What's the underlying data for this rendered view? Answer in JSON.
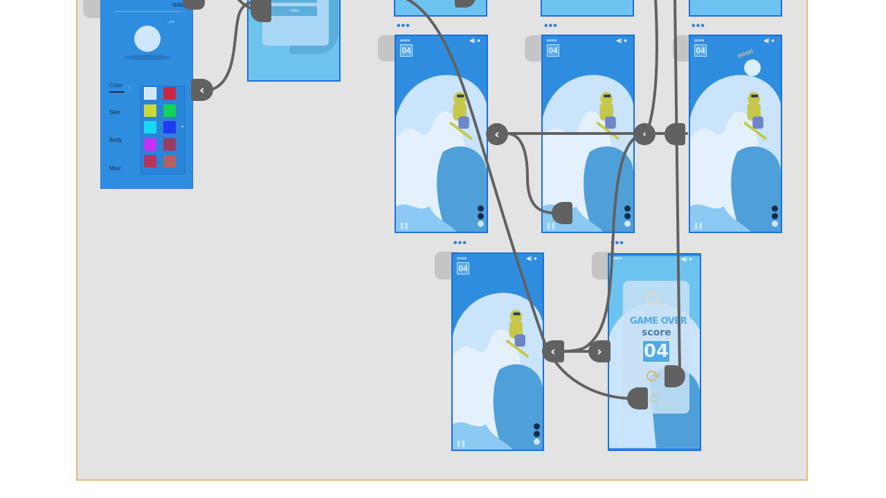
{
  "colors": {
    "canvas_bg": "#e3e3e3",
    "canvas_border": "#e2b97f",
    "screen_blue": "#2f8de0",
    "snow_light": "#c9e4fb",
    "mountain_dark": "#4fa0d8",
    "wire": "#616161",
    "gold": "#c9b07a"
  },
  "customize_panel": {
    "name_label": "NAM",
    "hint": "_ms",
    "categories": [
      {
        "label": "Color"
      },
      {
        "label": "Skin"
      },
      {
        "label": "Body"
      },
      {
        "label": "Misc"
      }
    ],
    "swatches": [
      "#cfe6fb",
      "#c8283f",
      "#c9d93c",
      "#12d35a",
      "#16d9f5",
      "#1f3cf0",
      "#c433f5",
      "#9a3b64",
      "#b8345a",
      "#b85f5c"
    ]
  },
  "rules_card": {
    "button_label": "rules"
  },
  "screens": [
    {
      "id": "s1",
      "score_label": "score",
      "score": "04",
      "annotation": ""
    },
    {
      "id": "s2",
      "score_label": "score",
      "score": "04",
      "annotation": ""
    },
    {
      "id": "s3",
      "score_label": "score",
      "score": "04",
      "annotation": "miss!"
    },
    {
      "id": "s4",
      "score_label": "score",
      "score": "04",
      "annotation": ""
    }
  ],
  "game_over": {
    "score_label": "score",
    "title": "GAME OVER",
    "subtitle": "score",
    "score": "04"
  },
  "more_dots": "•••",
  "icons": {
    "back": "chevron-left-icon",
    "forward": "chevron-right-icon",
    "sound": "speaker-icon",
    "settings": "circle-icon",
    "pause": "pause-icon",
    "replay": "replay-icon",
    "home": "home-icon"
  }
}
